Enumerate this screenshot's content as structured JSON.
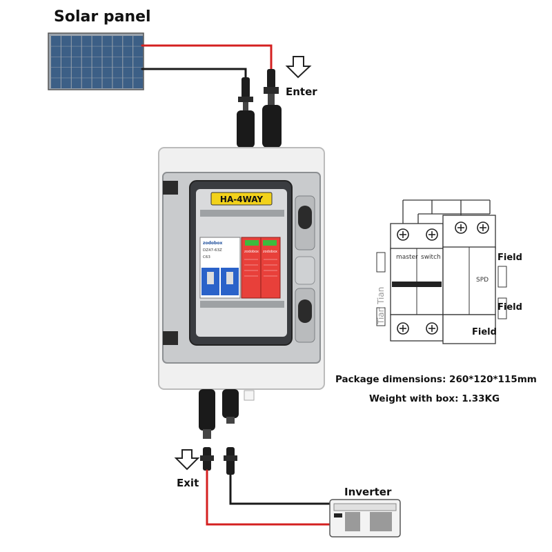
{
  "title": "Solar panel",
  "labels": {
    "enter": "Enter",
    "exit": "Exit",
    "inverter": "Inverter"
  },
  "box": {
    "model": "HA-4WAY",
    "breaker_brand": "zodobox",
    "breaker_model": "DZ47-63Z",
    "breaker_rating": "C63",
    "spd_brand_1": "zodobox",
    "spd_brand_2": "zodobox"
  },
  "schematic": {
    "master": "master",
    "switch": "switch",
    "spd": "SPD",
    "watermark": "Tian Tian",
    "field_labels": [
      "Field",
      "Field",
      "Field"
    ]
  },
  "specs": {
    "package_dimensions": "Package dimensions: 260*120*115mm",
    "weight": "Weight with box: 1.33KG"
  },
  "colors": {
    "wire_red": "#d42020",
    "wire_black": "#1a1a1a",
    "label_yellow": "#f2d21b",
    "breaker_blue": "#2a62c9",
    "spd_red": "#e8403a",
    "panel_blue": "#3c5f86"
  },
  "icons": [
    "down-arrow-icon"
  ]
}
